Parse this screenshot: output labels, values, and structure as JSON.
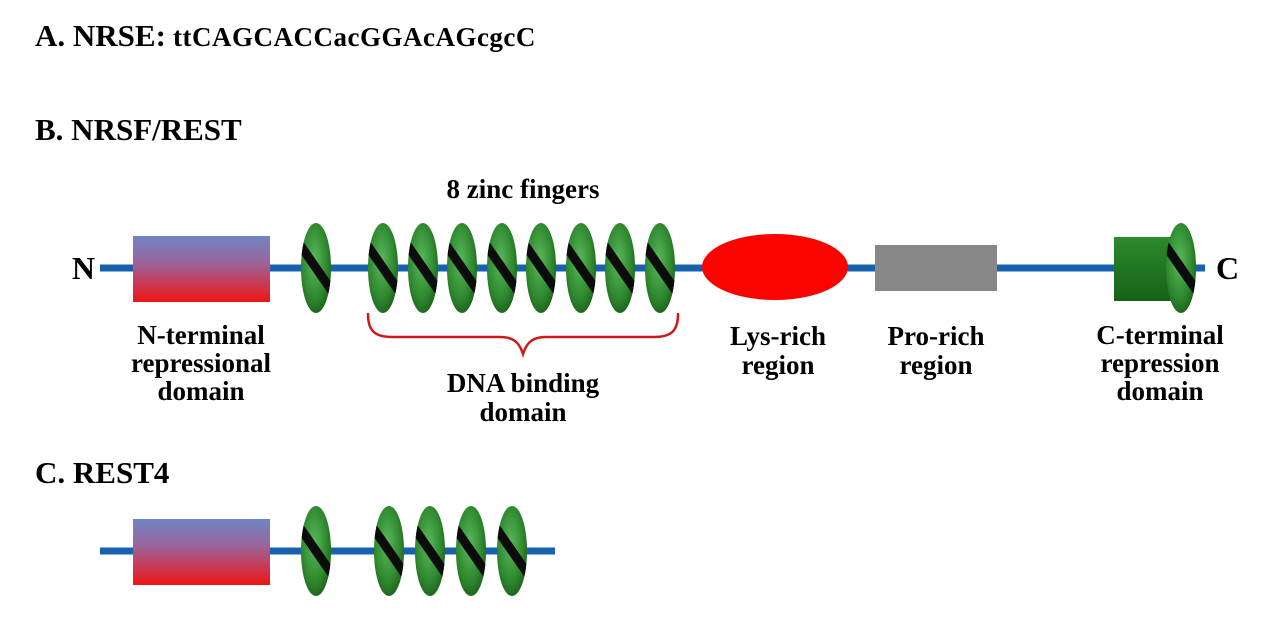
{
  "figure": {
    "panel_a": {
      "heading": "A. NRSE:",
      "sequence": "ttCAGCACCacGGAcAGcgcC"
    },
    "panel_b": {
      "heading": "B. NRSF/REST",
      "n_label": "N",
      "c_label": "C",
      "zinc_finger_count_label": "8 zinc fingers",
      "n_terminal_domain": {
        "line1": "N-terminal",
        "line2": "repressional",
        "line3": "domain"
      },
      "dna_binding_domain": {
        "line1": "DNA binding",
        "line2": "domain"
      },
      "lys_rich": {
        "line1": "Lys-rich",
        "line2": "region"
      },
      "pro_rich": {
        "line1": "Pro-rich",
        "line2": "region"
      },
      "c_terminal_domain": {
        "line1": "C-terminal",
        "line2": "repression",
        "line3": "domain"
      }
    },
    "panel_c": {
      "heading": "C. REST4"
    },
    "colors": {
      "backbone_blue": "#1761ae",
      "zinc_finger_green": "#2f8a2f",
      "lys_rich_red": "#fb0300",
      "pro_rich_gray": "#878787",
      "c_terminal_green": "#1f7a1f",
      "n_terminal_gradient_top": "#6f86c4",
      "n_terminal_gradient_bottom": "#ee1414",
      "brace_red": "#d01818"
    }
  }
}
